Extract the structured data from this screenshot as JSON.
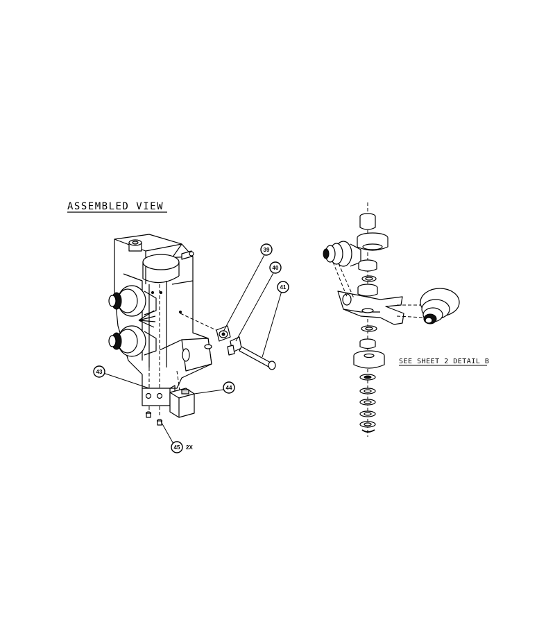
{
  "view_title": "ASSEMBLED VIEW",
  "callouts": {
    "c39": "39",
    "c40": "40",
    "c41": "41",
    "c43": "43",
    "c44": "44",
    "c45": "45"
  },
  "quantity_note": "2X",
  "reference_note": "SEE SHEET 2 DETAIL B"
}
